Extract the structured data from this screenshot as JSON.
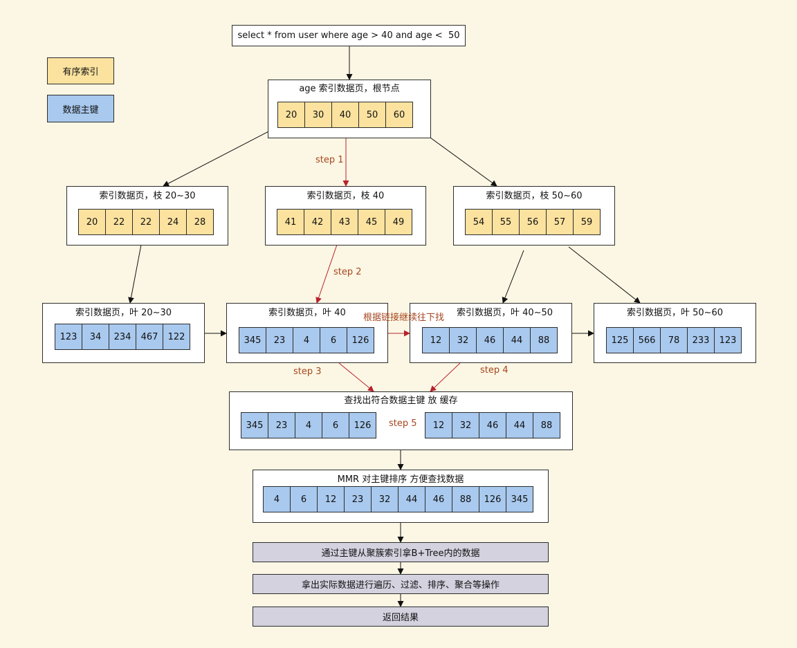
{
  "query": "select * from user where age > 40 and age <  50",
  "legend": {
    "ordered_index": "有序索引",
    "primary_key": "数据主键",
    "ordered_color": "#fbe29f",
    "primary_color": "#a9c9ee"
  },
  "root": {
    "title": "age 索引数据页，根节点",
    "cells": [
      "20",
      "30",
      "40",
      "50",
      "60"
    ]
  },
  "branches": [
    {
      "title": "索引数据页，枝 20~30",
      "cells": [
        "20",
        "22",
        "22",
        "24",
        "28"
      ]
    },
    {
      "title": "索引数据页，枝 40",
      "cells": [
        "41",
        "42",
        "43",
        "45",
        "49"
      ]
    },
    {
      "title": "索引数据页，枝 50~60",
      "cells": [
        "54",
        "55",
        "56",
        "57",
        "59"
      ]
    }
  ],
  "leaves": [
    {
      "title": "索引数据页，叶 20~30",
      "cells": [
        "123",
        "34",
        "234",
        "467",
        "122"
      ]
    },
    {
      "title": "索引数据页，叶 40",
      "cells": [
        "345",
        "23",
        "4",
        "6",
        "126"
      ]
    },
    {
      "title": "索引数据页，叶  40~50",
      "cells": [
        "12",
        "32",
        "46",
        "44",
        "88"
      ]
    },
    {
      "title": "索引数据页，叶  50~60",
      "cells": [
        "125",
        "566",
        "78",
        "233",
        "123"
      ]
    }
  ],
  "cache": {
    "title": "查找出符合数据主键 放 缓存",
    "left_cells": [
      "345",
      "23",
      "4",
      "6",
      "126"
    ],
    "right_cells": [
      "12",
      "32",
      "46",
      "44",
      "88"
    ]
  },
  "mmr": {
    "title": "MMR 对主键排序 方便查找数据",
    "cells": [
      "4",
      "6",
      "12",
      "23",
      "32",
      "44",
      "46",
      "88",
      "126",
      "345"
    ]
  },
  "steps_boxes": [
    "通过主键从聚簇索引拿B+Tree内的数据",
    "拿出实际数据进行遍历、过滤、排序、聚合等操作",
    "返回结果"
  ],
  "labels": {
    "step1": "step 1",
    "step2": "step 2",
    "step3": "step 3",
    "step4": "step 4",
    "step5": "step 5",
    "link": "根据链接继续往下找"
  },
  "colors": {
    "accent_arrow": "#b8222c",
    "label_text": "#a5461f",
    "background": "#fcf7e4",
    "step_box": "#d4d2df"
  }
}
